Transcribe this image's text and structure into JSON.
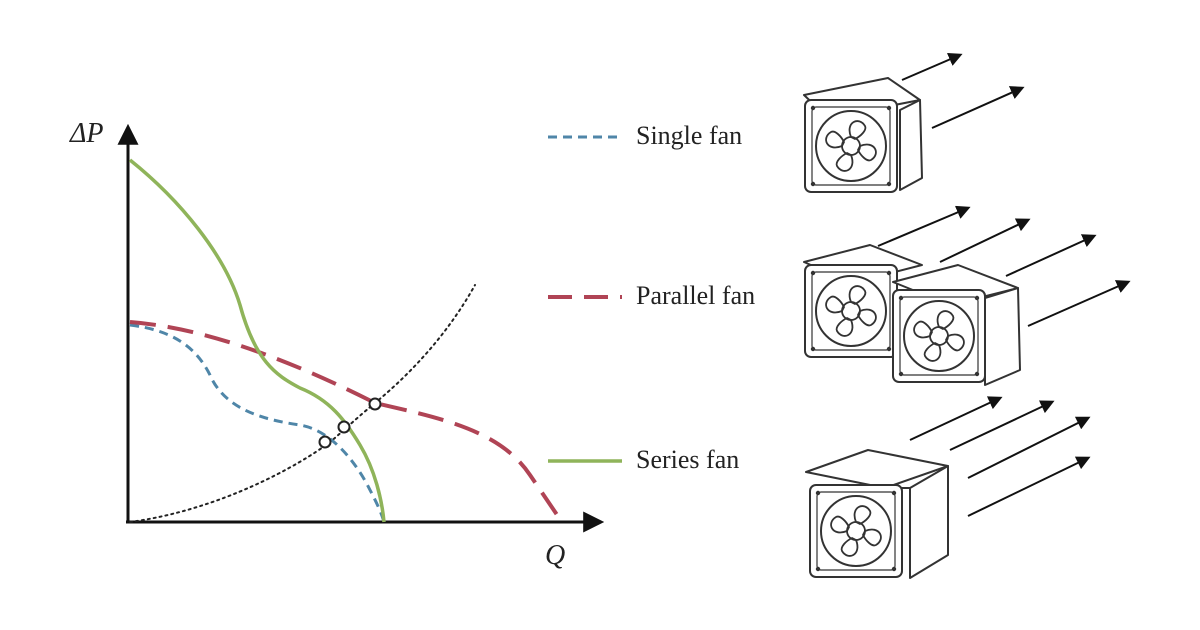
{
  "axes": {
    "y_label": "ΔP",
    "x_label": "Q"
  },
  "legend": {
    "single": "Single fan",
    "parallel": "Parallel fan",
    "series": "Series fan"
  },
  "colors": {
    "single": "#4f86a8",
    "parallel": "#b04455",
    "series": "#8fb45a",
    "system_curve": "#222222",
    "axis": "#111111"
  },
  "icons": {
    "single": "single-fan-icon",
    "parallel": "parallel-fan-icon",
    "series": "series-fan-icon"
  }
}
